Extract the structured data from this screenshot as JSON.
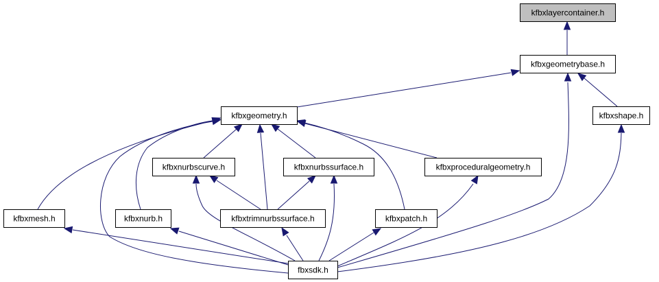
{
  "diagram": {
    "nodes": [
      {
        "id": "layercontainer",
        "label": "kfbxlayercontainer.h",
        "highlight": true
      },
      {
        "id": "geometrybase",
        "label": "kfbxgeometrybase.h"
      },
      {
        "id": "geometry",
        "label": "kfbxgeometry.h"
      },
      {
        "id": "shape",
        "label": "kfbxshape.h"
      },
      {
        "id": "nurbscurve",
        "label": "kfbxnurbscurve.h"
      },
      {
        "id": "nurbssurface",
        "label": "kfbxnurbssurface.h"
      },
      {
        "id": "proceduralgeometry",
        "label": "kfbxproceduralgeometry.h"
      },
      {
        "id": "mesh",
        "label": "kfbxmesh.h"
      },
      {
        "id": "nurb",
        "label": "kfbxnurb.h"
      },
      {
        "id": "trimnurbssurface",
        "label": "kfbxtrimnurbssurface.h"
      },
      {
        "id": "patch",
        "label": "kfbxpatch.h"
      },
      {
        "id": "fbxsdk",
        "label": "fbxsdk.h"
      }
    ],
    "edges": [
      {
        "from": "geometrybase",
        "to": "layercontainer"
      },
      {
        "from": "geometry",
        "to": "geometrybase"
      },
      {
        "from": "shape",
        "to": "geometrybase"
      },
      {
        "from": "fbxsdk",
        "to": "geometrybase"
      },
      {
        "from": "mesh",
        "to": "geometry"
      },
      {
        "from": "nurb",
        "to": "geometry"
      },
      {
        "from": "nurbscurve",
        "to": "geometry"
      },
      {
        "from": "trimnurbssurface",
        "to": "geometry"
      },
      {
        "from": "nurbssurface",
        "to": "geometry"
      },
      {
        "from": "patch",
        "to": "geometry"
      },
      {
        "from": "proceduralgeometry",
        "to": "geometry"
      },
      {
        "from": "fbxsdk",
        "to": "geometry"
      },
      {
        "from": "trimnurbssurface",
        "to": "nurbscurve"
      },
      {
        "from": "fbxsdk",
        "to": "nurbscurve"
      },
      {
        "from": "trimnurbssurface",
        "to": "nurbssurface"
      },
      {
        "from": "fbxsdk",
        "to": "nurbssurface"
      },
      {
        "from": "fbxsdk",
        "to": "proceduralgeometry"
      },
      {
        "from": "fbxsdk",
        "to": "mesh"
      },
      {
        "from": "fbxsdk",
        "to": "nurb"
      },
      {
        "from": "fbxsdk",
        "to": "trimnurbssurface"
      },
      {
        "from": "fbxsdk",
        "to": "patch"
      },
      {
        "from": "fbxsdk",
        "to": "shape"
      }
    ]
  }
}
